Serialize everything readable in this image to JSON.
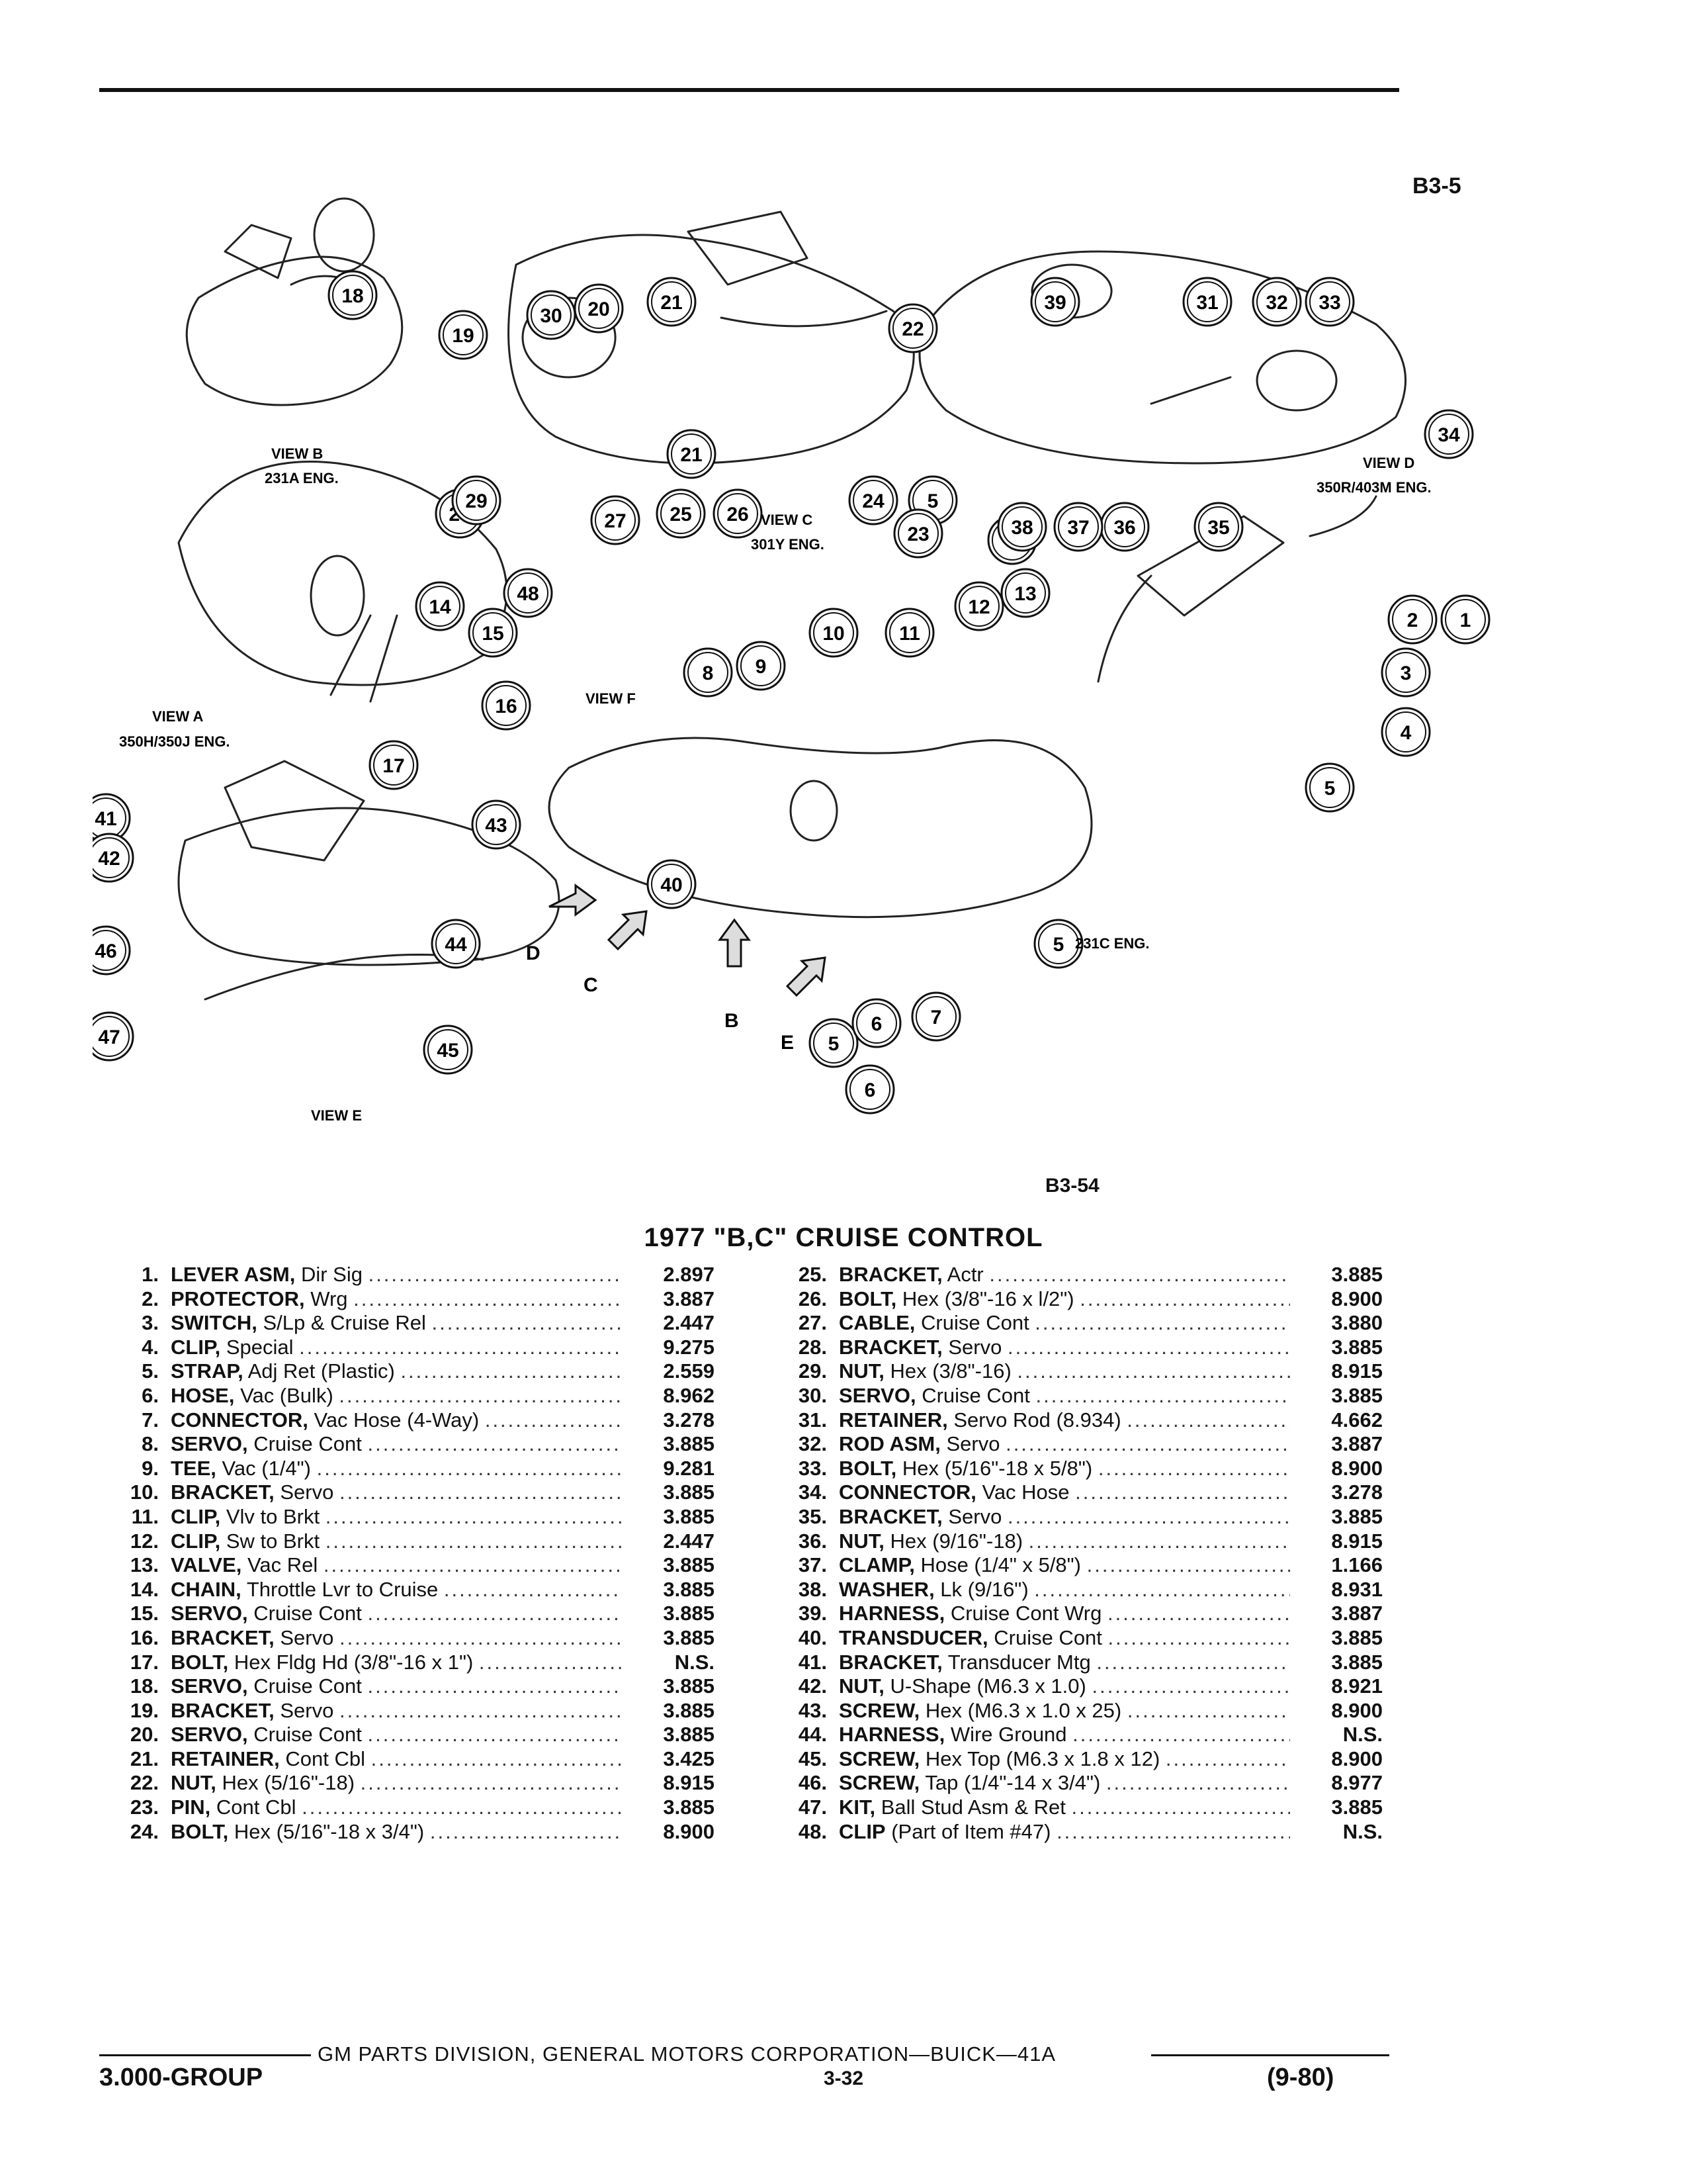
{
  "corner_id": "B3-5",
  "figure_id": "B3-54",
  "title": "1977 \"B,C\" CRUISE CONTROL",
  "views": [
    {
      "letter": "B",
      "engine": "231A ENG."
    },
    {
      "letter": "C",
      "engine": "301Y ENG."
    },
    {
      "letter": "D",
      "engine": "350R/403M ENG."
    },
    {
      "letter": "A",
      "engine": "350H/350J ENG."
    },
    {
      "letter": "F",
      "engine": ""
    },
    {
      "letter": "E",
      "engine": ""
    }
  ],
  "view_word": "VIEW",
  "engine_231c": "231C ENG.",
  "arrow_letters": [
    "D",
    "C",
    "B",
    "E"
  ],
  "callouts": [
    "1",
    "2",
    "3",
    "4",
    "5",
    "5",
    "5",
    "5",
    "6",
    "6",
    "6",
    "7",
    "8",
    "9",
    "10",
    "11",
    "12",
    "13",
    "14",
    "15",
    "16",
    "17",
    "18",
    "19",
    "20",
    "21",
    "21",
    "22",
    "23",
    "24",
    "25",
    "26",
    "27",
    "28",
    "29",
    "30",
    "31",
    "32",
    "33",
    "34",
    "35",
    "36",
    "37",
    "38",
    "39",
    "40",
    "41",
    "42",
    "43",
    "44",
    "45",
    "46",
    "47",
    "48"
  ],
  "parts_left": [
    {
      "num": "1.",
      "name": "LEVER ASM,",
      "detail": "Dir Sig",
      "group": "2.897"
    },
    {
      "num": "2.",
      "name": "PROTECTOR,",
      "detail": "Wrg",
      "group": "3.887"
    },
    {
      "num": "3.",
      "name": "SWITCH,",
      "detail": "S/Lp & Cruise Rel",
      "group": "2.447"
    },
    {
      "num": "4.",
      "name": "CLIP,",
      "detail": "Special",
      "group": "9.275"
    },
    {
      "num": "5.",
      "name": "STRAP,",
      "detail": "Adj Ret (Plastic)",
      "group": "2.559"
    },
    {
      "num": "6.",
      "name": "HOSE,",
      "detail": "Vac (Bulk)",
      "group": "8.962"
    },
    {
      "num": "7.",
      "name": "CONNECTOR,",
      "detail": "Vac Hose (4-Way)",
      "group": "3.278"
    },
    {
      "num": "8.",
      "name": "SERVO,",
      "detail": "Cruise Cont",
      "group": "3.885"
    },
    {
      "num": "9.",
      "name": "TEE,",
      "detail": "Vac (1/4\")",
      "group": "9.281"
    },
    {
      "num": "10.",
      "name": "BRACKET,",
      "detail": "Servo",
      "group": "3.885"
    },
    {
      "num": "11.",
      "name": "CLIP,",
      "detail": "Vlv to Brkt",
      "group": "3.885"
    },
    {
      "num": "12.",
      "name": "CLIP,",
      "detail": "Sw to Brkt",
      "group": "2.447"
    },
    {
      "num": "13.",
      "name": "VALVE,",
      "detail": "Vac Rel",
      "group": "3.885"
    },
    {
      "num": "14.",
      "name": "CHAIN,",
      "detail": "Throttle Lvr to Cruise",
      "group": "3.885"
    },
    {
      "num": "15.",
      "name": "SERVO,",
      "detail": "Cruise Cont",
      "group": "3.885"
    },
    {
      "num": "16.",
      "name": "BRACKET,",
      "detail": "Servo",
      "group": "3.885"
    },
    {
      "num": "17.",
      "name": "BOLT,",
      "detail": "Hex Fldg Hd (3/8\"-16 x 1\")",
      "group": "N.S."
    },
    {
      "num": "18.",
      "name": "SERVO,",
      "detail": "Cruise Cont",
      "group": "3.885"
    },
    {
      "num": "19.",
      "name": "BRACKET,",
      "detail": "Servo",
      "group": "3.885"
    },
    {
      "num": "20.",
      "name": "SERVO,",
      "detail": "Cruise Cont",
      "group": "3.885"
    },
    {
      "num": "21.",
      "name": "RETAINER,",
      "detail": "Cont Cbl",
      "group": "3.425"
    },
    {
      "num": "22.",
      "name": "NUT,",
      "detail": "Hex (5/16\"-18)",
      "group": "8.915"
    },
    {
      "num": "23.",
      "name": "PIN,",
      "detail": "Cont Cbl",
      "group": "3.885"
    },
    {
      "num": "24.",
      "name": "BOLT,",
      "detail": "Hex (5/16\"-18 x 3/4\")",
      "group": "8.900"
    }
  ],
  "parts_right": [
    {
      "num": "25.",
      "name": "BRACKET,",
      "detail": "Actr",
      "group": "3.885"
    },
    {
      "num": "26.",
      "name": "BOLT,",
      "detail": "Hex (3/8\"-16 x l/2\")",
      "group": "8.900"
    },
    {
      "num": "27.",
      "name": "CABLE,",
      "detail": "Cruise Cont",
      "group": "3.880"
    },
    {
      "num": "28.",
      "name": "BRACKET,",
      "detail": "Servo",
      "group": "3.885"
    },
    {
      "num": "29.",
      "name": "NUT,",
      "detail": "Hex (3/8\"-16)",
      "group": "8.915"
    },
    {
      "num": "30.",
      "name": "SERVO,",
      "detail": "Cruise Cont",
      "group": "3.885"
    },
    {
      "num": "31.",
      "name": "RETAINER,",
      "detail": "Servo Rod (8.934)",
      "group": "4.662"
    },
    {
      "num": "32.",
      "name": "ROD ASM,",
      "detail": "Servo",
      "group": "3.887"
    },
    {
      "num": "33.",
      "name": "BOLT,",
      "detail": "Hex (5/16\"-18 x 5/8\")",
      "group": "8.900"
    },
    {
      "num": "34.",
      "name": "CONNECTOR,",
      "detail": "Vac Hose",
      "group": "3.278"
    },
    {
      "num": "35.",
      "name": "BRACKET,",
      "detail": "Servo",
      "group": "3.885"
    },
    {
      "num": "36.",
      "name": "NUT,",
      "detail": "Hex (9/16\"-18)",
      "group": "8.915"
    },
    {
      "num": "37.",
      "name": "CLAMP,",
      "detail": "Hose (1/4\" x 5/8\")",
      "group": "1.166"
    },
    {
      "num": "38.",
      "name": "WASHER,",
      "detail": "Lk (9/16\")",
      "group": "8.931"
    },
    {
      "num": "39.",
      "name": "HARNESS,",
      "detail": "Cruise Cont Wrg",
      "group": "3.887"
    },
    {
      "num": "40.",
      "name": "TRANSDUCER,",
      "detail": "Cruise Cont",
      "group": "3.885"
    },
    {
      "num": "41.",
      "name": "BRACKET,",
      "detail": "Transducer Mtg",
      "group": "3.885"
    },
    {
      "num": "42.",
      "name": "NUT,",
      "detail": "U-Shape (M6.3 x 1.0)",
      "group": "8.921"
    },
    {
      "num": "43.",
      "name": "SCREW,",
      "detail": "Hex (M6.3 x 1.0 x 25)",
      "group": "8.900"
    },
    {
      "num": "44.",
      "name": "HARNESS,",
      "detail": "Wire Ground",
      "group": "N.S."
    },
    {
      "num": "45.",
      "name": "SCREW,",
      "detail": "Hex Top (M6.3 x 1.8 x 12)",
      "group": "8.900"
    },
    {
      "num": "46.",
      "name": "SCREW,",
      "detail": "Tap (1/4\"-14 x 3/4\")",
      "group": "8.977"
    },
    {
      "num": "47.",
      "name": "KIT,",
      "detail": "Ball Stud Asm & Ret",
      "group": "3.885"
    },
    {
      "num": "48.",
      "name": "CLIP",
      "detail": "(Part of Item #47)",
      "group": "N.S."
    }
  ],
  "footer": {
    "center": "GM PARTS DIVISION, GENERAL MOTORS CORPORATION—BUICK—41A",
    "group": "3.000-GROUP",
    "page": "3-32",
    "date": "(9-80)"
  }
}
